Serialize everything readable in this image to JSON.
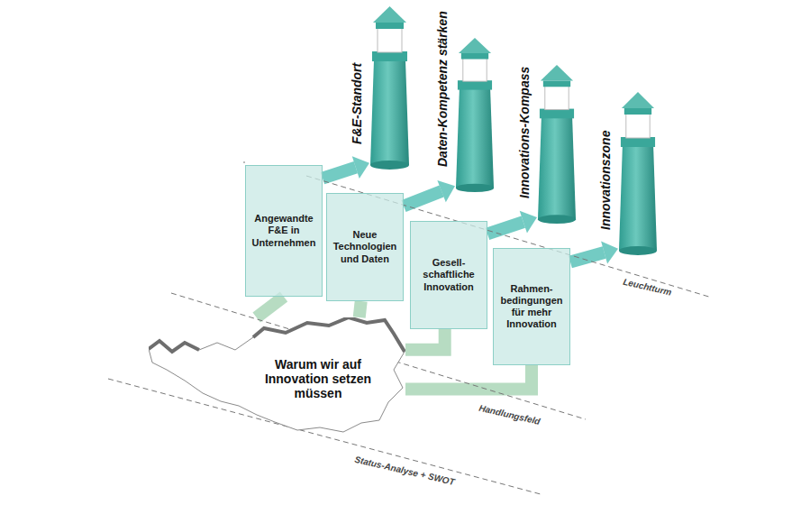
{
  "diagram": {
    "nodes": [
      {
        "text": [
          "Warum wir auf Innovation setzen müssen"
        ]
      },
      {
        "text": [
          "Angewandte F&E in Unternehmen"
        ]
      },
      {
        "text": [
          "Neue Technologien und Daten"
        ]
      },
      {
        "text": [
          "Gesell- schaftliche Innovation"
        ]
      },
      {
        "text": [
          "Rahmen- bedingungen für mehr Innovation"
        ]
      },
      {
        "text": [
          "F&E-Standort"
        ]
      },
      {
        "text": [
          "Daten-Kompetenz stärken"
        ]
      },
      {
        "text": [
          "Innovations-Kompass"
        ]
      },
      {
        "text": [
          "Innovationszone"
        ]
      }
    ],
    "edges": [
      {
        "from": 0,
        "to": 1,
        "arrow": "none"
      },
      {
        "from": 0,
        "to": 2,
        "arrow": "none"
      },
      {
        "from": 0,
        "to": 3,
        "arrow": "none"
      },
      {
        "from": 0,
        "to": 4,
        "arrow": "none"
      },
      {
        "from": 1,
        "to": 5,
        "arrow": "to"
      },
      {
        "from": 2,
        "to": 6,
        "arrow": "to"
      },
      {
        "from": 3,
        "to": 7,
        "arrow": "to"
      },
      {
        "from": 4,
        "to": 8,
        "arrow": "to"
      }
    ],
    "labels": [
      "Leuchtturm",
      "Handlungsfeld",
      "Status-Analyse + SWOT"
    ]
  }
}
